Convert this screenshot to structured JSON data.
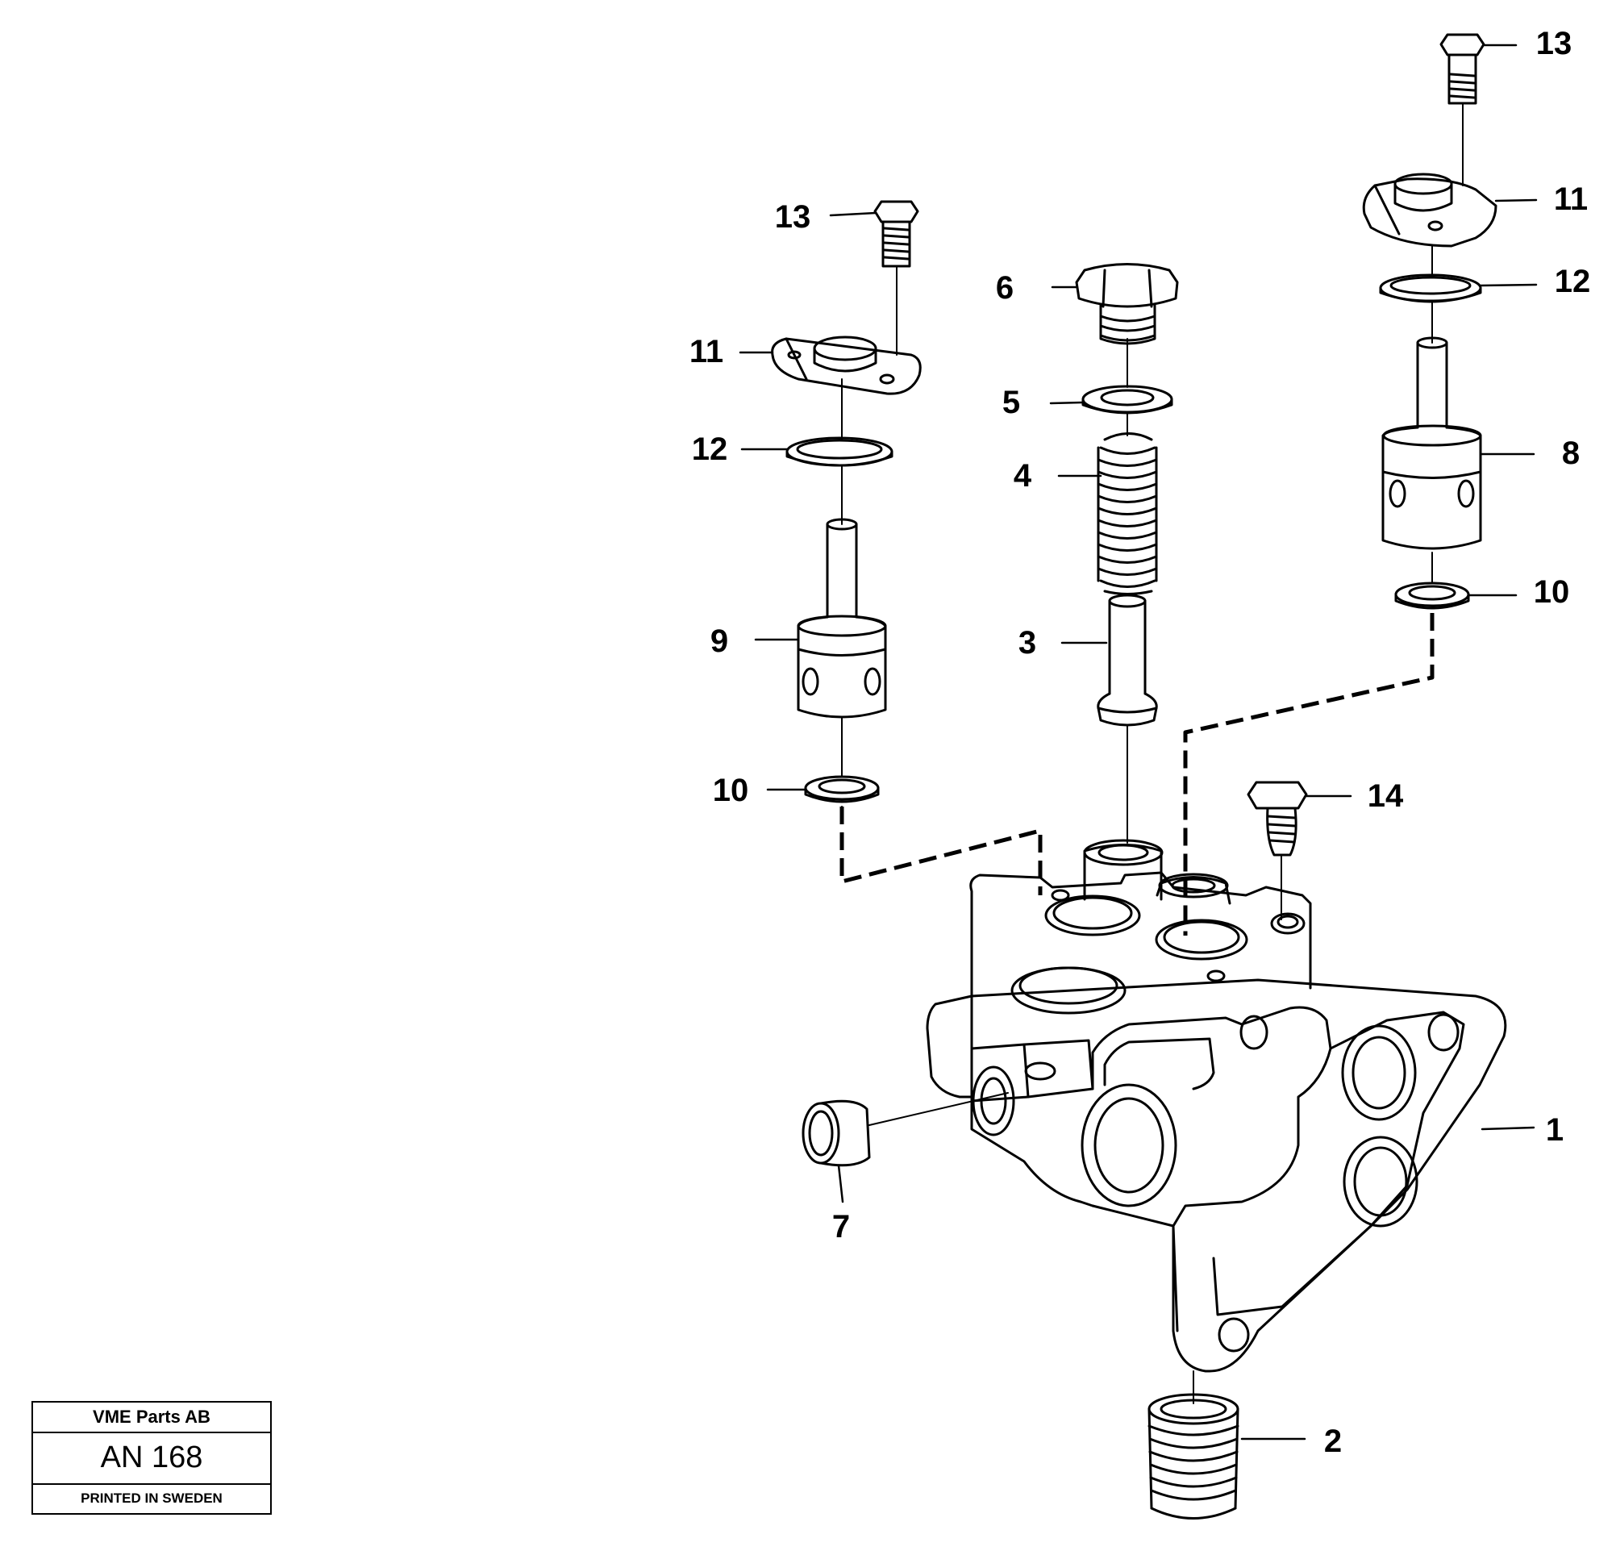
{
  "callouts": {
    "c1": "1",
    "c2": "2",
    "c3": "3",
    "c4": "4",
    "c5": "5",
    "c6": "6",
    "c7": "7",
    "c8": "8",
    "c9": "9",
    "c10_left": "10",
    "c10_right": "10",
    "c11_left": "11",
    "c11_right": "11",
    "c12_left": "12",
    "c12_right": "12",
    "c13_left": "13",
    "c13_right": "13",
    "c14": "14"
  },
  "stamp": {
    "company": "VME Parts AB",
    "code": "AN 168",
    "printed": "PRINTED IN SWEDEN"
  }
}
